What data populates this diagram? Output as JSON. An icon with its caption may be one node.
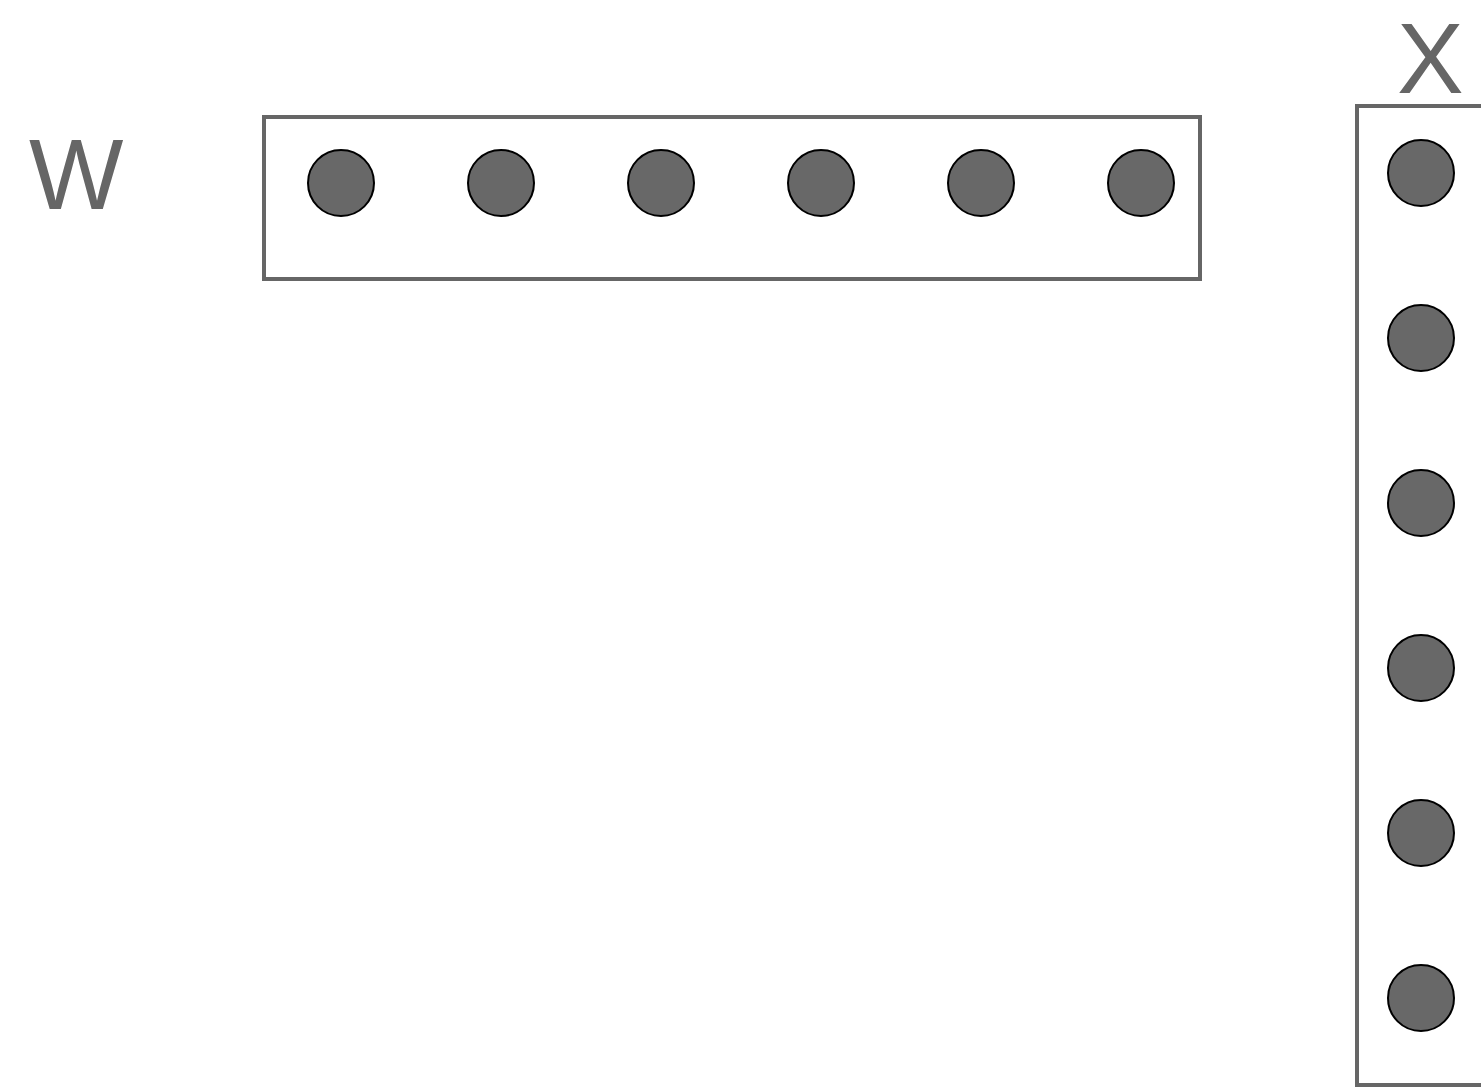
{
  "diagram": {
    "nodes": [
      {
        "text": [
          "W"
        ]
      },
      {
        "text": [],
        "shape": "circle",
        "in": 0
      },
      {
        "text": [],
        "shape": "circle",
        "in": 0
      },
      {
        "text": [],
        "shape": "circle",
        "in": 0
      },
      {
        "text": [],
        "shape": "circle",
        "in": 0
      },
      {
        "text": [],
        "shape": "circle",
        "in": 0
      },
      {
        "text": [],
        "shape": "circle",
        "in": 0
      },
      {
        "text": [
          "X"
        ]
      },
      {
        "text": [],
        "shape": "circle",
        "in": 7
      },
      {
        "text": [],
        "shape": "circle",
        "in": 7
      },
      {
        "text": [],
        "shape": "circle",
        "in": 7
      },
      {
        "text": [],
        "shape": "circle",
        "in": 7
      },
      {
        "text": [],
        "shape": "circle",
        "in": 7
      },
      {
        "text": [],
        "shape": "circle",
        "in": 7
      }
    ]
  }
}
